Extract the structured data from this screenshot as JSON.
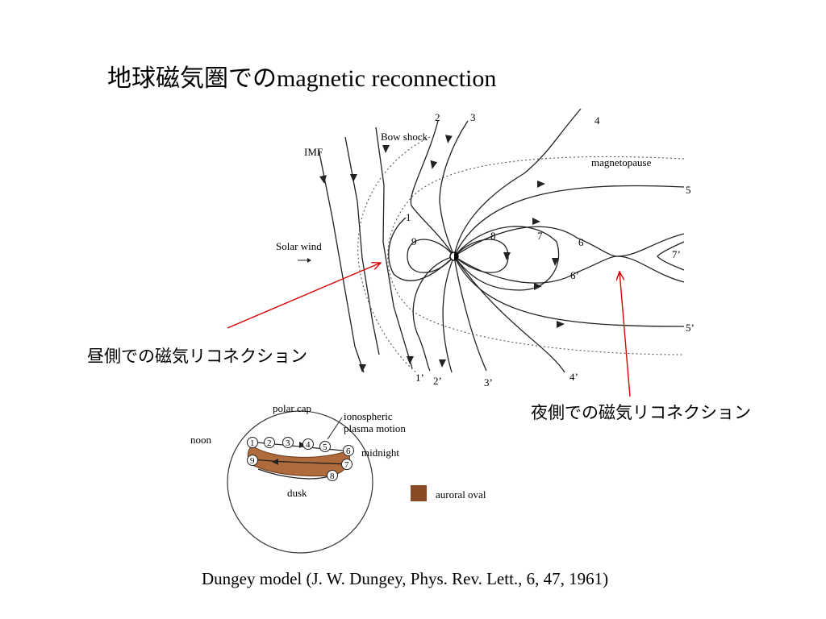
{
  "title": "地球磁気圏でのmagnetic reconnection",
  "captions": {
    "dayside": "昼側での磁気リコネクション",
    "nightside": "夜側での磁気リコネクション"
  },
  "citation": "Dungey  model (J. W. Dungey, Phys. Rev. Lett., 6, 47, 1961)",
  "colors": {
    "pointer": "#d40000",
    "auroral_oval": "#8a4a25"
  },
  "figure": {
    "labels": {
      "imf": "IMF",
      "bow_shock": "Bow shock",
      "solar_wind": "Solar wind",
      "magnetopause": "magnetopause"
    },
    "line_numbers": [
      "1",
      "2",
      "3",
      "4",
      "5",
      "6",
      "7",
      "8",
      "9",
      "1’",
      "2’",
      "3’",
      "4’",
      "5’",
      "6’",
      "7’"
    ],
    "polar": {
      "polar_cap": "polar cap",
      "ionospheric_1": "ionospheric",
      "ionospheric_2": "plasma motion",
      "noon": "noon",
      "midnight": "midnight",
      "dusk": "dusk",
      "legend": "auroral oval",
      "circle_numbers": [
        "1",
        "2",
        "3",
        "4",
        "5",
        "6",
        "7",
        "8",
        "9"
      ]
    }
  }
}
